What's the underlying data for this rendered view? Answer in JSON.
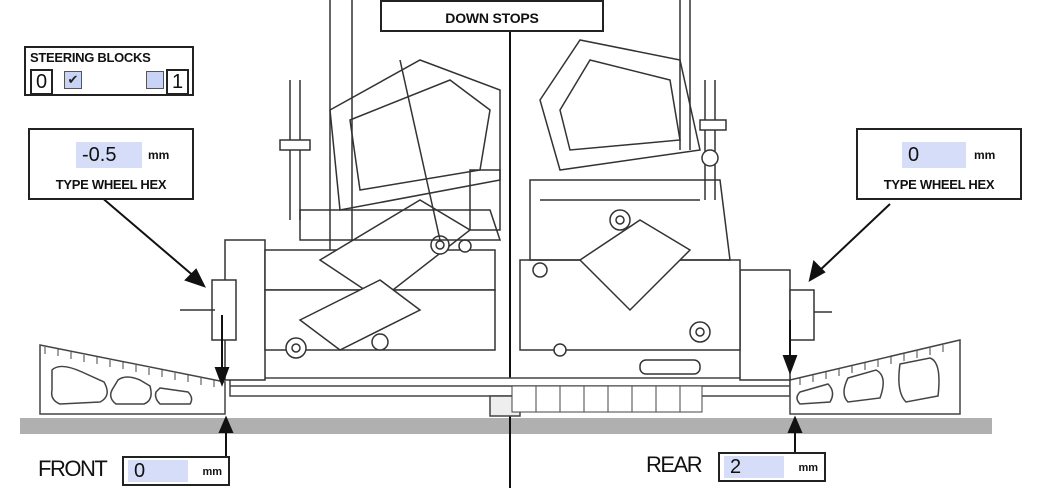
{
  "header": {
    "title": "DOWN STOPS"
  },
  "steering_blocks": {
    "title": "STEERING BLOCKS",
    "left_value": "0",
    "left_checked": true,
    "right_value": "1",
    "right_checked": false,
    "check_mark": "✔"
  },
  "front_hex": {
    "value": "-0.5",
    "unit": "mm",
    "label": "TYPE WHEEL HEX"
  },
  "rear_hex": {
    "value": "0",
    "unit": "mm",
    "label": "TYPE WHEEL HEX"
  },
  "front": {
    "label": "FRONT",
    "value": "0",
    "unit": "mm"
  },
  "rear": {
    "label": "REAR",
    "value": "2",
    "unit": "mm"
  },
  "colors": {
    "ground": "#b0b0b0",
    "input_fill": "#d6ddf8",
    "line": "#222222"
  },
  "icons": [
    "checkbox-icon",
    "arrow-icon",
    "car-chassis-icon"
  ]
}
